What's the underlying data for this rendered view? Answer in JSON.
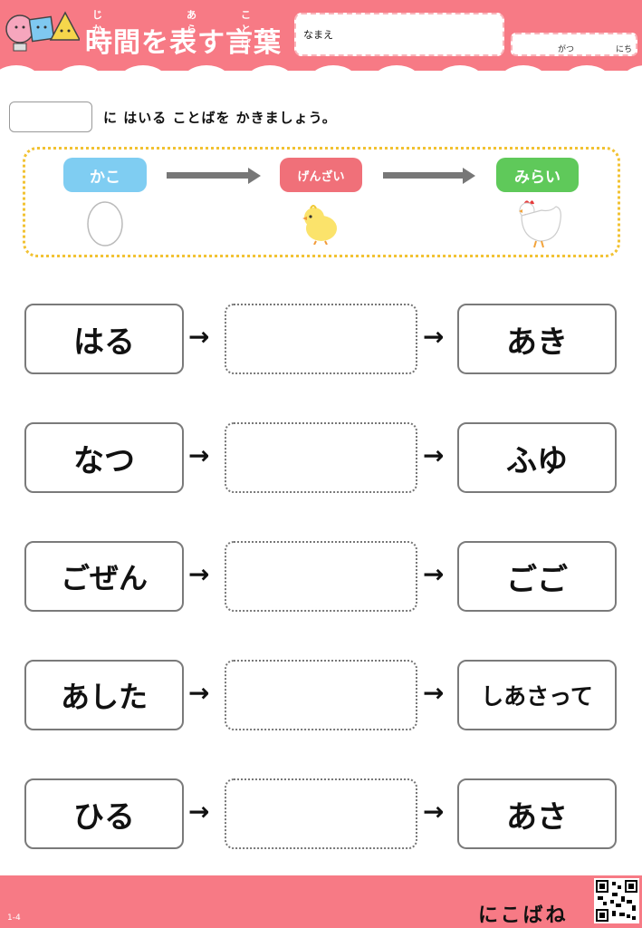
{
  "header": {
    "title": "時間を表す言葉",
    "ruby": [
      "じかん",
      "あら",
      "ことば"
    ],
    "name_label": "なまえ",
    "date_month": "がつ",
    "date_day": "にち"
  },
  "instruction": "に はいる ことばを かきましょう。",
  "timeline": {
    "past": {
      "label": "かこ",
      "color": "#7fcdf2",
      "image": "egg"
    },
    "present": {
      "label": "げんざい",
      "color": "#f07079",
      "image": "chick"
    },
    "future": {
      "label": "みらい",
      "color": "#5fc95a",
      "image": "chicken"
    }
  },
  "rows": [
    {
      "before": "はる",
      "after": "あき"
    },
    {
      "before": "なつ",
      "after": "ふゆ"
    },
    {
      "before": "ごぜん",
      "after": "ごご"
    },
    {
      "before": "あした",
      "after": "しあさって"
    },
    {
      "before": "ひる",
      "after": "あさ"
    }
  ],
  "arrow_glyph": "→",
  "footer": {
    "page_number": "1-4",
    "brand": "にこばね"
  },
  "colors": {
    "header_pink": "#f77a85",
    "timeline_border": "#f2c232"
  }
}
